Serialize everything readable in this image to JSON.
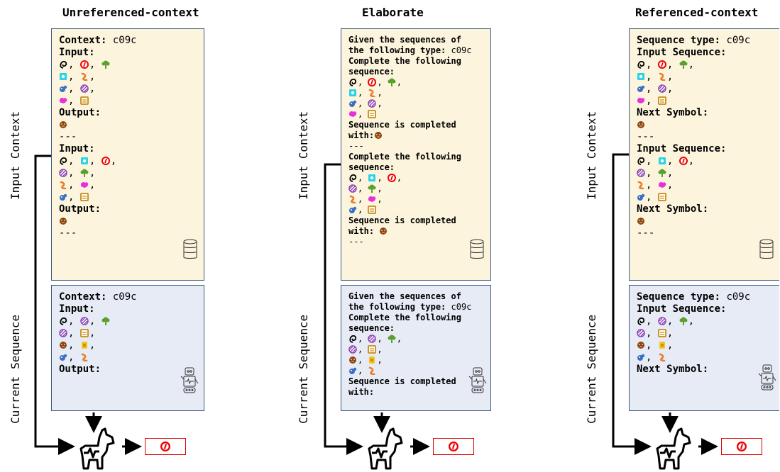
{
  "columns": [
    {
      "title": "Unreferenced-context",
      "context": {
        "head_label": "Context:",
        "head_value": "c09c",
        "ex1_label": "Input:",
        "ex1_out_label": "Output:",
        "sep1": "---",
        "ex2_label": "Input:",
        "ex2_out_label": "Output:",
        "sep2": "---"
      },
      "current": {
        "head_label": "Context:",
        "head_value": "c09c",
        "in_label": "Input:",
        "out_label": "Output:"
      }
    },
    {
      "title": "Elaborate",
      "context": {
        "intro1": "Given the sequences of",
        "intro2_label": "the following type:",
        "intro2_value": "c09c",
        "intro3": "Complete the following",
        "intro4": "sequence:",
        "done1_a": "Sequence is completed",
        "done1_b": "with:",
        "sep1": "---",
        "again1": "Complete the following",
        "again2": "sequence:",
        "done2_a": "Sequence is completed",
        "done2_b": "with:",
        "sep2": "---"
      },
      "current": {
        "intro1": "Given the sequences of",
        "intro2_label": "the following type:",
        "intro2_value": "c09c",
        "intro3": "Complete the following",
        "intro4": "sequence:",
        "done_a": "Sequence is completed",
        "done_b": "with:"
      }
    },
    {
      "title": "Referenced-context",
      "context": {
        "head_label": "Sequence type:",
        "head_value": "c09c",
        "ex1_label": "Input Sequence:",
        "ex1_out_label": "Next Symbol:",
        "sep1": "---",
        "ex2_label": "Input Sequence:",
        "ex2_out_label": "Next Symbol:",
        "sep2": "---"
      },
      "current": {
        "head_label": "Sequence type:",
        "head_value": "c09c",
        "in_label": "Input Sequence:",
        "out_label": "Next Symbol:"
      }
    }
  ],
  "side_labels": {
    "context": "Input Context",
    "current": "Current Sequence"
  },
  "icons": {
    "context_store": "database-icon",
    "current_agent": "robot-icon",
    "model": "llama-icon",
    "prediction": "red-circle-symbol"
  },
  "colors": {
    "context_bg": "#fcf4dc",
    "current_bg": "#e6ebf6",
    "border": "#3d5a80",
    "arrow": "#000000",
    "output_border": "#dd0000"
  }
}
